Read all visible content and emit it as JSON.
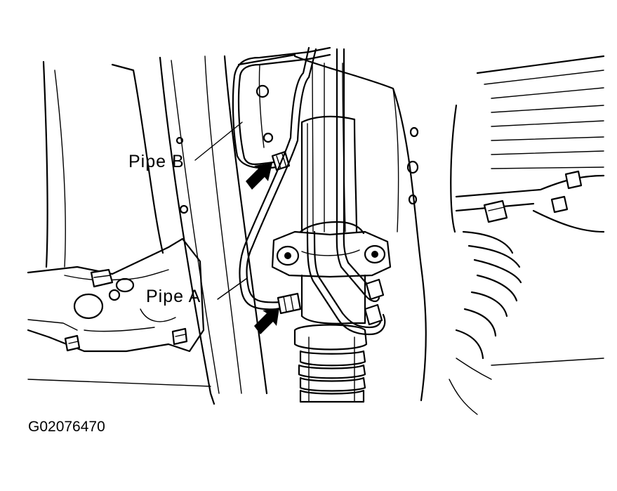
{
  "labels": {
    "pipe_b": "Pipe B",
    "pipe_a": "Pipe A"
  },
  "figure_id": "G02076470",
  "colors": {
    "line": "#000000",
    "background": "#ffffff"
  }
}
